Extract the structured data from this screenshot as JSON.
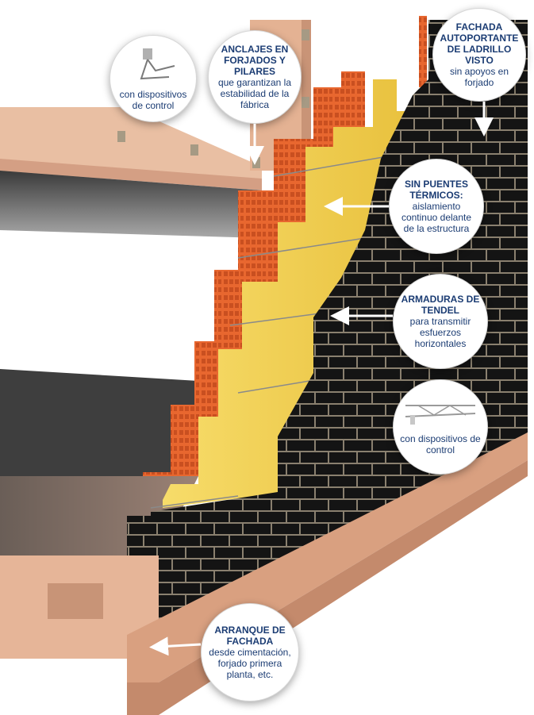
{
  "callouts": {
    "top_left": {
      "heading": "",
      "body": "con dispositivos de control",
      "icon": "wall-tie-anchor-icon"
    },
    "anchors": {
      "heading": "ANCLAJES EN FORJADOS Y PILARES",
      "body": "que garantizan la estabilidad de la fábrica"
    },
    "facade": {
      "heading": "FACHADA AUTOPORTANTE DE LADRILLO VISTO",
      "body": "sin apoyos en forjado"
    },
    "thermal": {
      "heading": "SIN PUENTES TÉRMICOS:",
      "body": "aislamiento continuo delante de la estructura"
    },
    "rebar": {
      "heading": "ARMADURAS DE TENDEL",
      "body": "para transmitir esfuerzos horizontales"
    },
    "control": {
      "heading": "",
      "body": "con dispositivos de control",
      "icon": "bed-joint-reinforcement-icon"
    },
    "base": {
      "heading": "ARRANQUE DE FACHADA",
      "body": "desde cimentación, forjado primera planta, etc."
    }
  },
  "colors": {
    "brick_dark": "#141414",
    "mortar": "#9a8f7e",
    "insulation": "#f4d34e",
    "ceramic_brick": "#e86a33",
    "concrete": "#e7b598",
    "text": "#1b3c73"
  }
}
